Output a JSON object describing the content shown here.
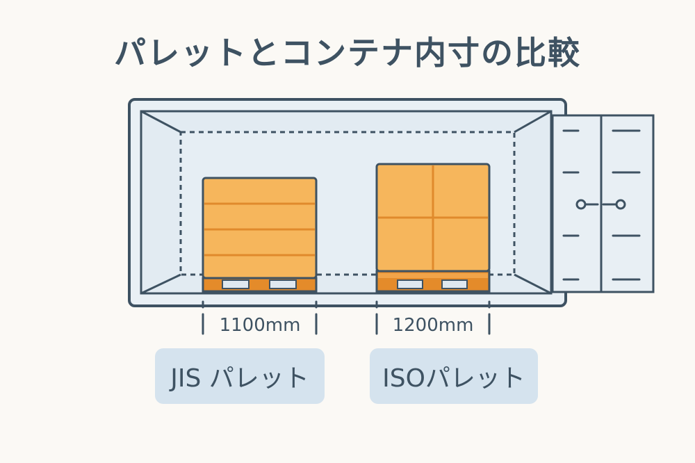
{
  "title": "パレットとコンテナ内寸の比較",
  "pallets": [
    {
      "dimension": "1100mm",
      "label": "JIS パレット"
    },
    {
      "dimension": "1200mm",
      "label": "ISOパレット"
    }
  ],
  "colors": {
    "background": "#fbf9f5",
    "outline": "#3e5262",
    "container_fill": "#e6eef4",
    "cargo": "#f6b65c",
    "cargo_lines": "#e08a2c",
    "pallet_base": "#e48b2a",
    "pallet_gap": "#dfe8ef",
    "label_bg": "#d5e3ee"
  }
}
